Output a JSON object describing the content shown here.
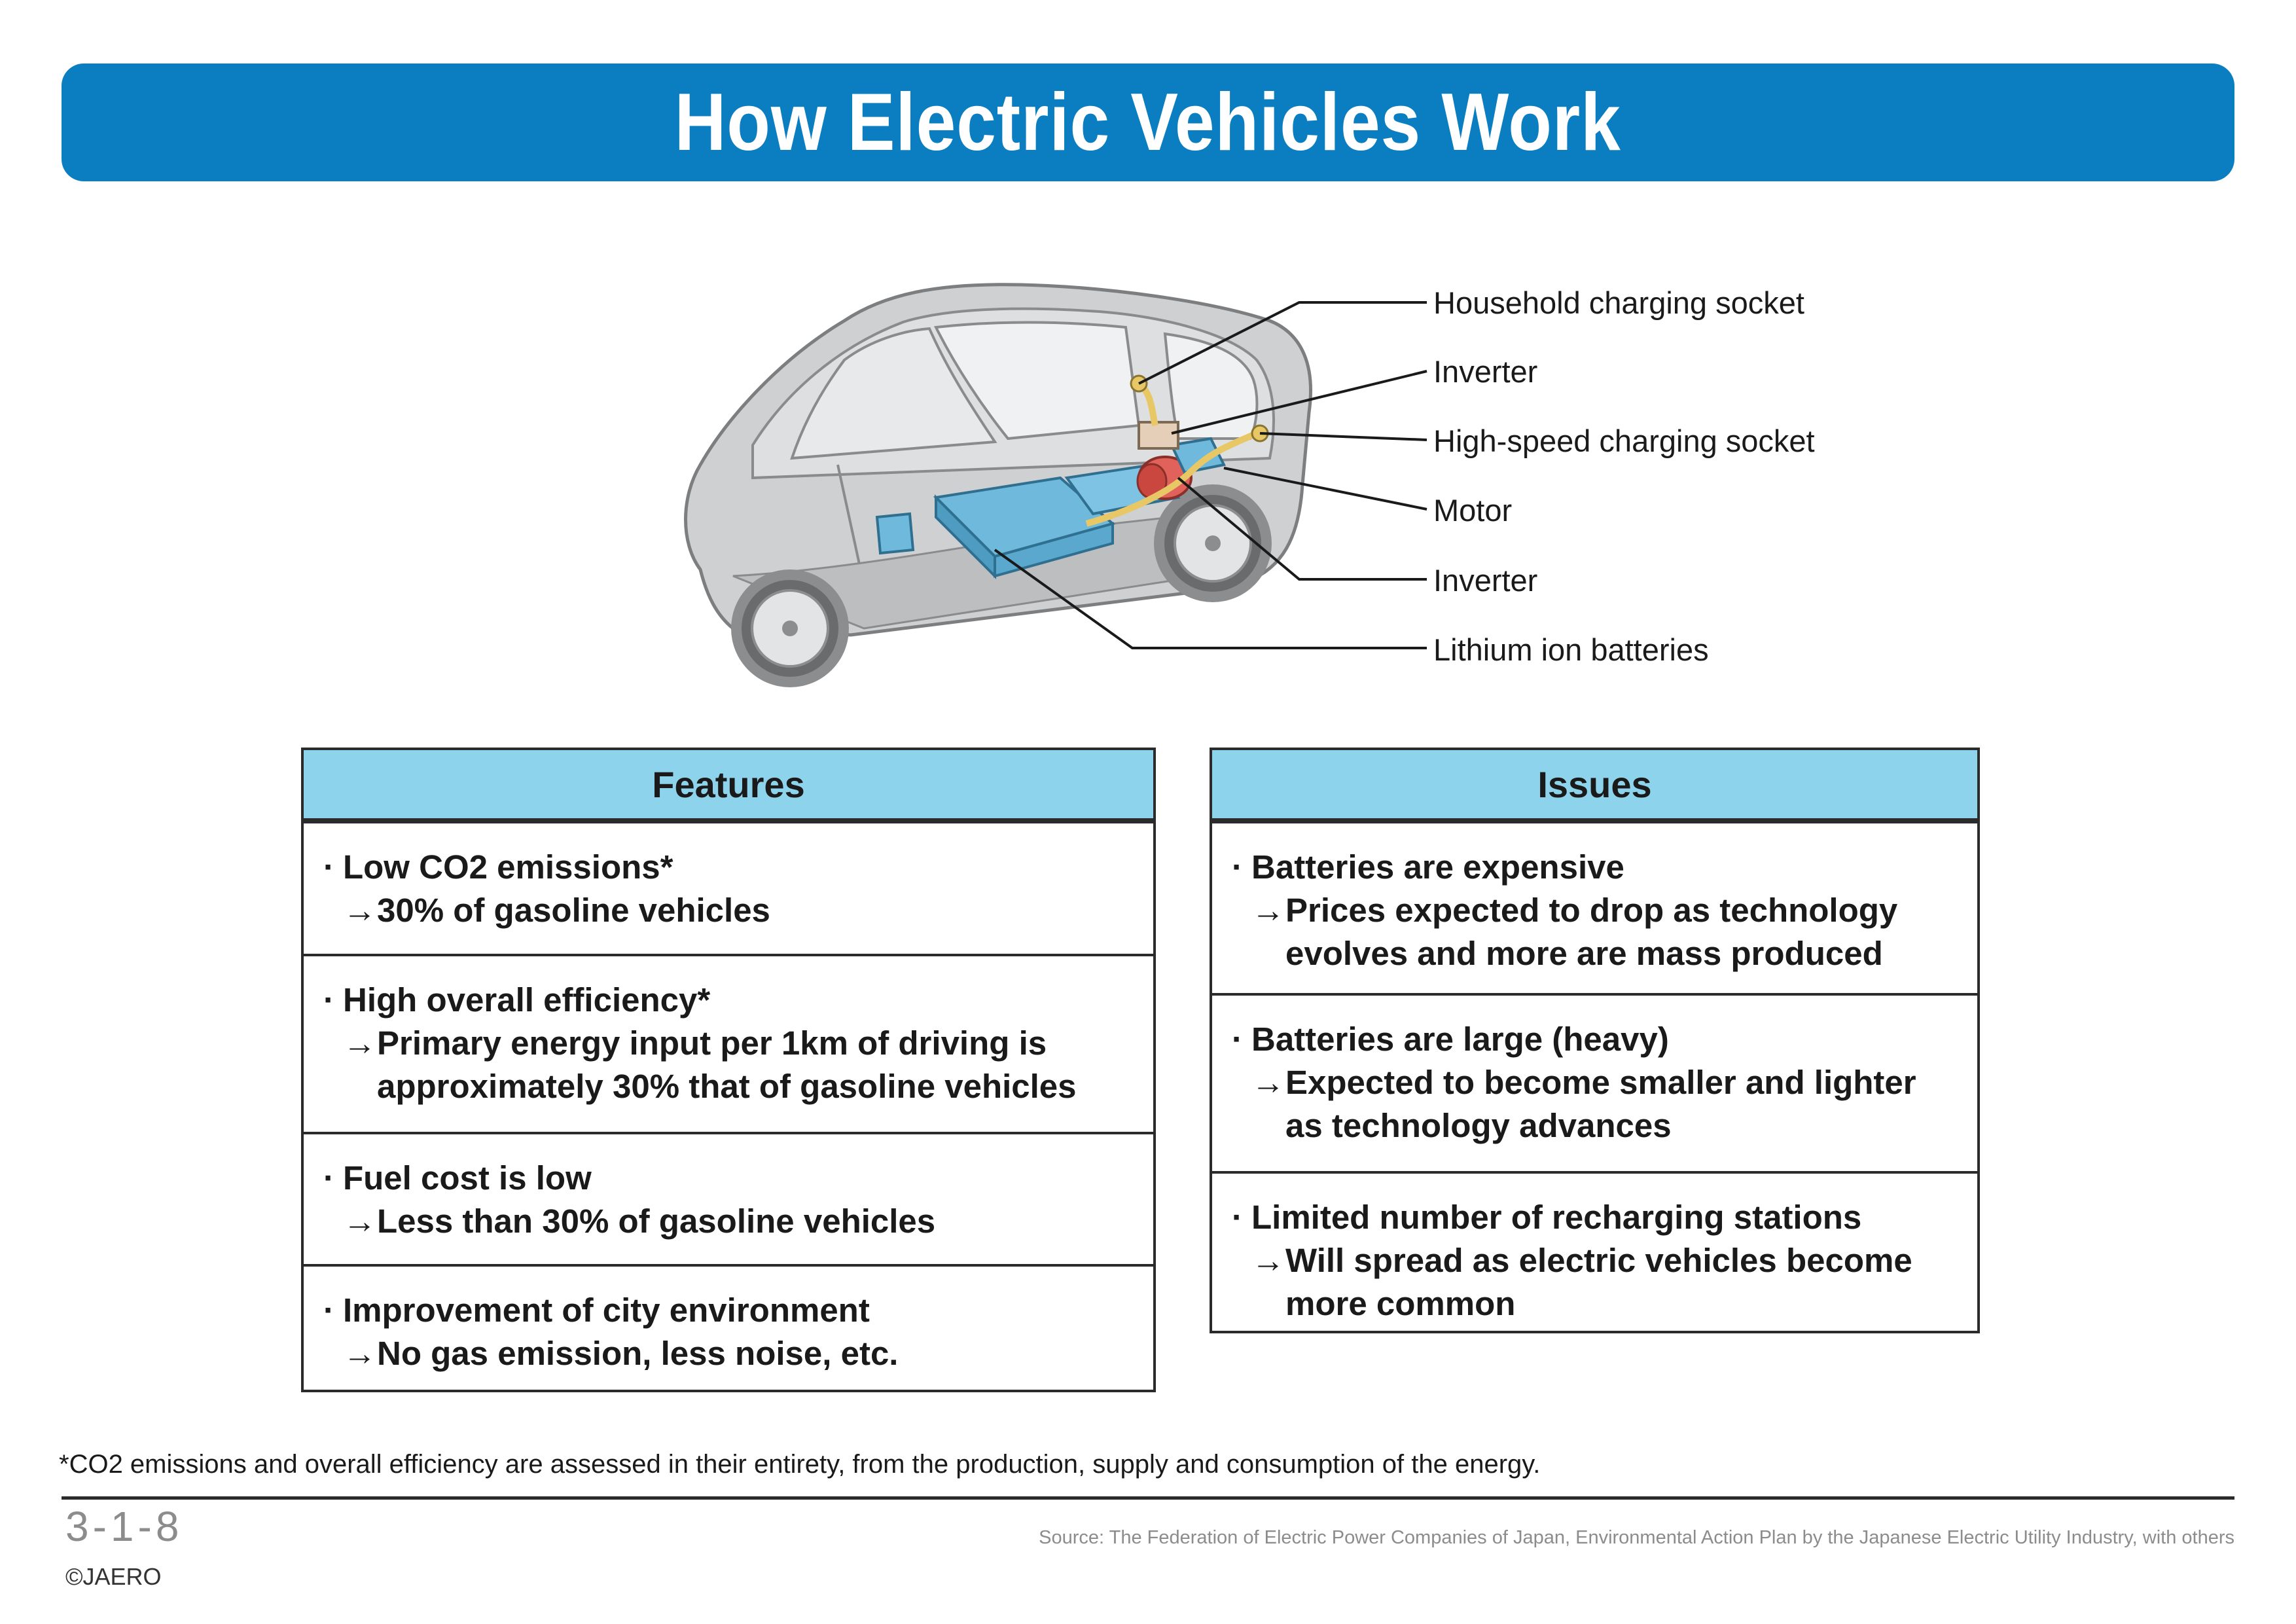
{
  "title": "How Electric Vehicles Work",
  "diagram": {
    "callouts": [
      "Household charging socket",
      "Inverter",
      "High-speed charging socket",
      "Motor",
      "Inverter",
      "Lithium ion batteries"
    ],
    "colors": {
      "body": "#cfd0d2",
      "outline": "#7d7e80",
      "battery": "#6fb9dd",
      "motor": "#e0625a",
      "cable": "#e7c766"
    }
  },
  "features": {
    "heading": "Features",
    "items": [
      {
        "head": "Low CO2 emissions*",
        "detail": [
          "30% of gasoline vehicles"
        ]
      },
      {
        "head": "High overall efficiency*",
        "detail": [
          "Primary energy input per 1km of driving is",
          "approximately 30% that of gasoline vehicles"
        ]
      },
      {
        "head": "Fuel cost is low",
        "detail": [
          "Less than 30% of gasoline vehicles"
        ]
      },
      {
        "head": "Improvement of city environment",
        "detail": [
          "No gas emission, less noise, etc."
        ]
      }
    ]
  },
  "issues": {
    "heading": "Issues",
    "items": [
      {
        "head": "Batteries are expensive",
        "detail": [
          "Prices expected to drop as technology",
          "evolves and more are mass produced"
        ]
      },
      {
        "head": "Batteries are large (heavy)",
        "detail": [
          "Expected to become smaller and lighter",
          "as technology advances"
        ]
      },
      {
        "head": "Limited number of recharging stations",
        "detail": [
          "Will spread as electric vehicles become",
          "more common"
        ]
      }
    ]
  },
  "arrow_glyph": "→",
  "footnote": "*CO2 emissions and overall efficiency are assessed in their entirety, from the production, supply and consumption of the energy.",
  "page_number": "3-1-8",
  "copyright": "©JAERO",
  "source": "Source: The Federation of Electric Power Companies of Japan, Environmental Action Plan by the Japanese Electric Utility Industry, with others"
}
